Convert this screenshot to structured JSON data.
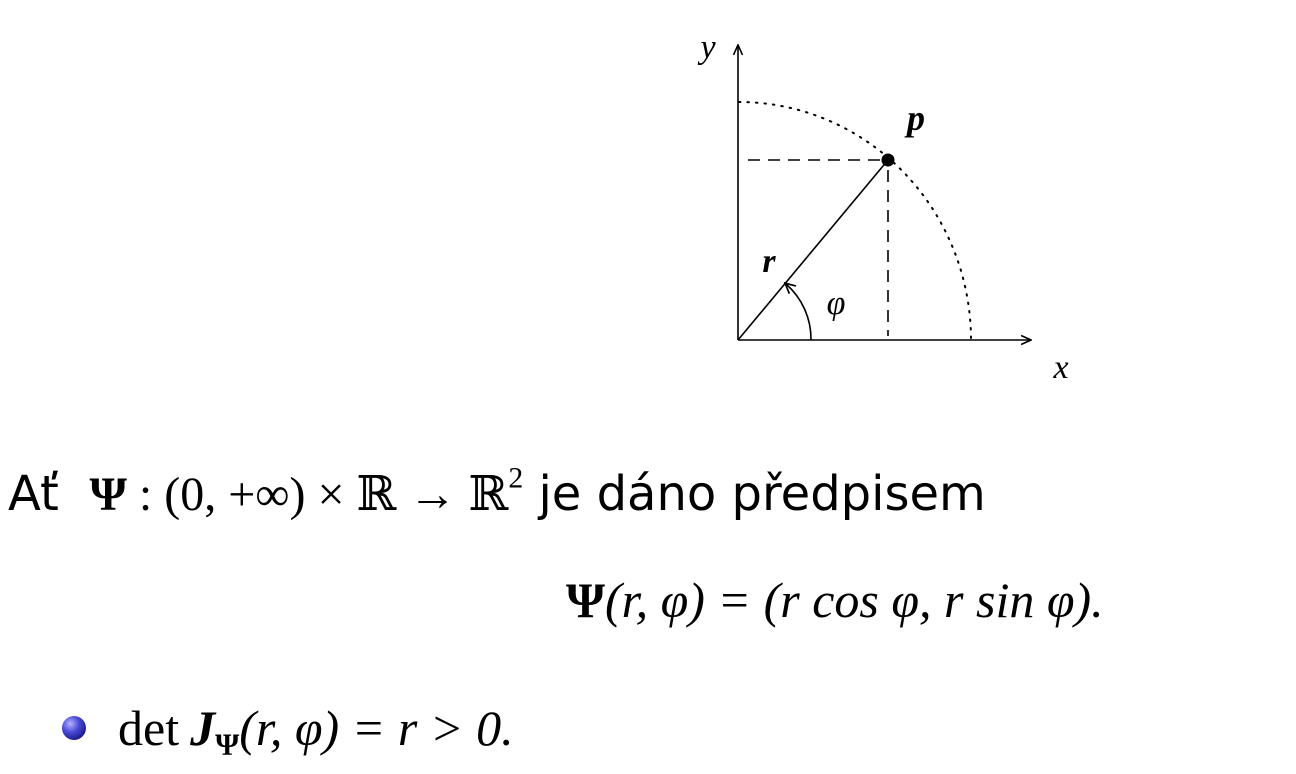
{
  "diagram": {
    "axis_x_label": "x",
    "axis_y_label": "y",
    "point_label": "p",
    "radius_label": "r",
    "angle_label": "φ"
  },
  "line1": {
    "prefix": "Ať",
    "map_symbol": "Ψ",
    "colon": " : ",
    "domain": "(0, +∞) × ℝ → ℝ",
    "exponent": "2",
    "suffix": " je dáno předpisem"
  },
  "line2": {
    "lhs_symbol": "Ψ",
    "rest": "(r, φ) = (r cos φ, r sin φ)."
  },
  "line3": {
    "det": "det",
    "jacobian": "J",
    "subscript": "Ψ",
    "rest": "(r, φ) = r > 0."
  }
}
